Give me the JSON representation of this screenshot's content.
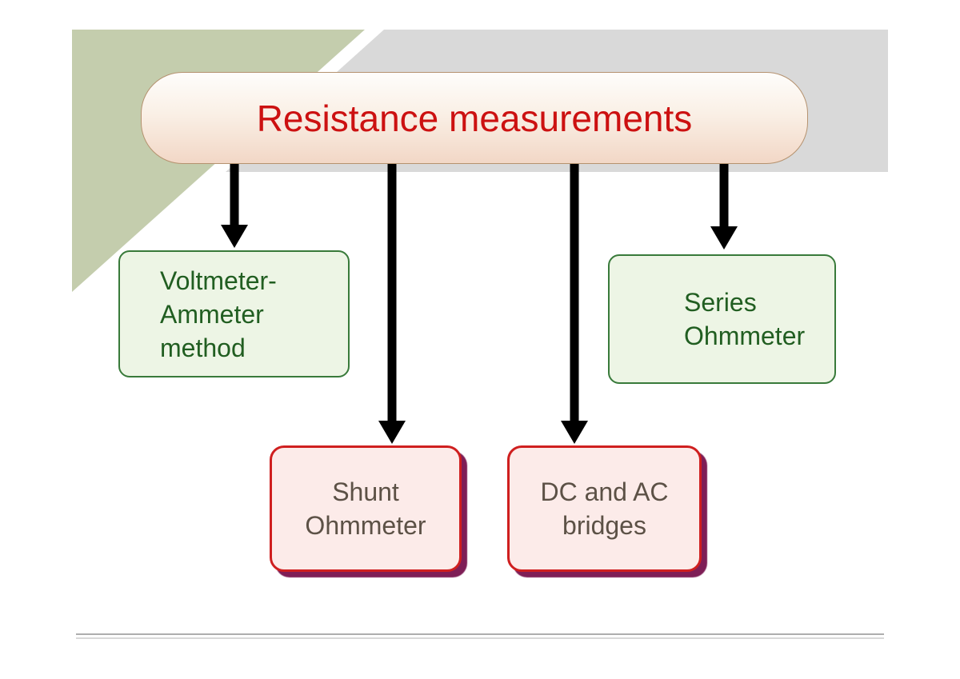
{
  "diagram": {
    "root": {
      "id": "resistance-measurements",
      "label": "Resistance measurements"
    },
    "children": [
      {
        "id": "voltmeter-ammeter-method",
        "style": "green",
        "lines": [
          "Voltmeter-",
          "Ammeter",
          "method"
        ]
      },
      {
        "id": "shunt-ohmmeter",
        "style": "red",
        "lines": [
          "Shunt",
          "Ohmmeter"
        ]
      },
      {
        "id": "dc-and-ac-bridges",
        "style": "red",
        "lines": [
          "DC and AC",
          "bridges"
        ]
      },
      {
        "id": "series-ohmmeter",
        "style": "green",
        "lines": [
          "Series",
          "Ohmmeter"
        ]
      }
    ],
    "connectors": [
      {
        "from": "resistance-measurements",
        "to": "voltmeter-ammeter-method"
      },
      {
        "from": "resistance-measurements",
        "to": "shunt-ohmmeter"
      },
      {
        "from": "resistance-measurements",
        "to": "dc-and-ac-bridges"
      },
      {
        "from": "resistance-measurements",
        "to": "series-ohmmeter"
      }
    ]
  },
  "colors": {
    "corner_triangle_green": "#c4cdad",
    "header_band_gray": "#d9d9d9",
    "root_fill_top": "#fefdfb",
    "root_fill_bottom": "#f2d7c6",
    "root_border": "#b5926f",
    "root_text": "#cc1111",
    "green_node_fill": "#edf5e5",
    "green_node_border": "#387a3a",
    "green_node_text": "#215e21",
    "red_node_fill": "#fcebe9",
    "red_node_border": "#cf1f1f",
    "red_node_text": "#5c5146",
    "red_node_shadow": "#7e1e56",
    "arrow": "#000000"
  }
}
